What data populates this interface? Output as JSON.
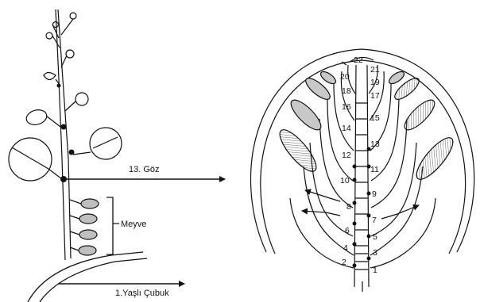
{
  "labels": {
    "bud_arrow": "13. Göz",
    "fruit": "Meyve",
    "old_branch": "1.Yaşlı Çubuk"
  },
  "bud_numbers": [
    "1",
    "2",
    "3",
    "4",
    "5",
    "6",
    "7",
    "8",
    "9",
    "10",
    "11",
    "12",
    "13",
    "14",
    "15",
    "16",
    "17",
    "18",
    "19",
    "20",
    "21",
    "22"
  ],
  "colors": {
    "line": "#111111",
    "leaf_fill": "#c8c8c8",
    "fruit_fill": "#bfbfbf"
  }
}
